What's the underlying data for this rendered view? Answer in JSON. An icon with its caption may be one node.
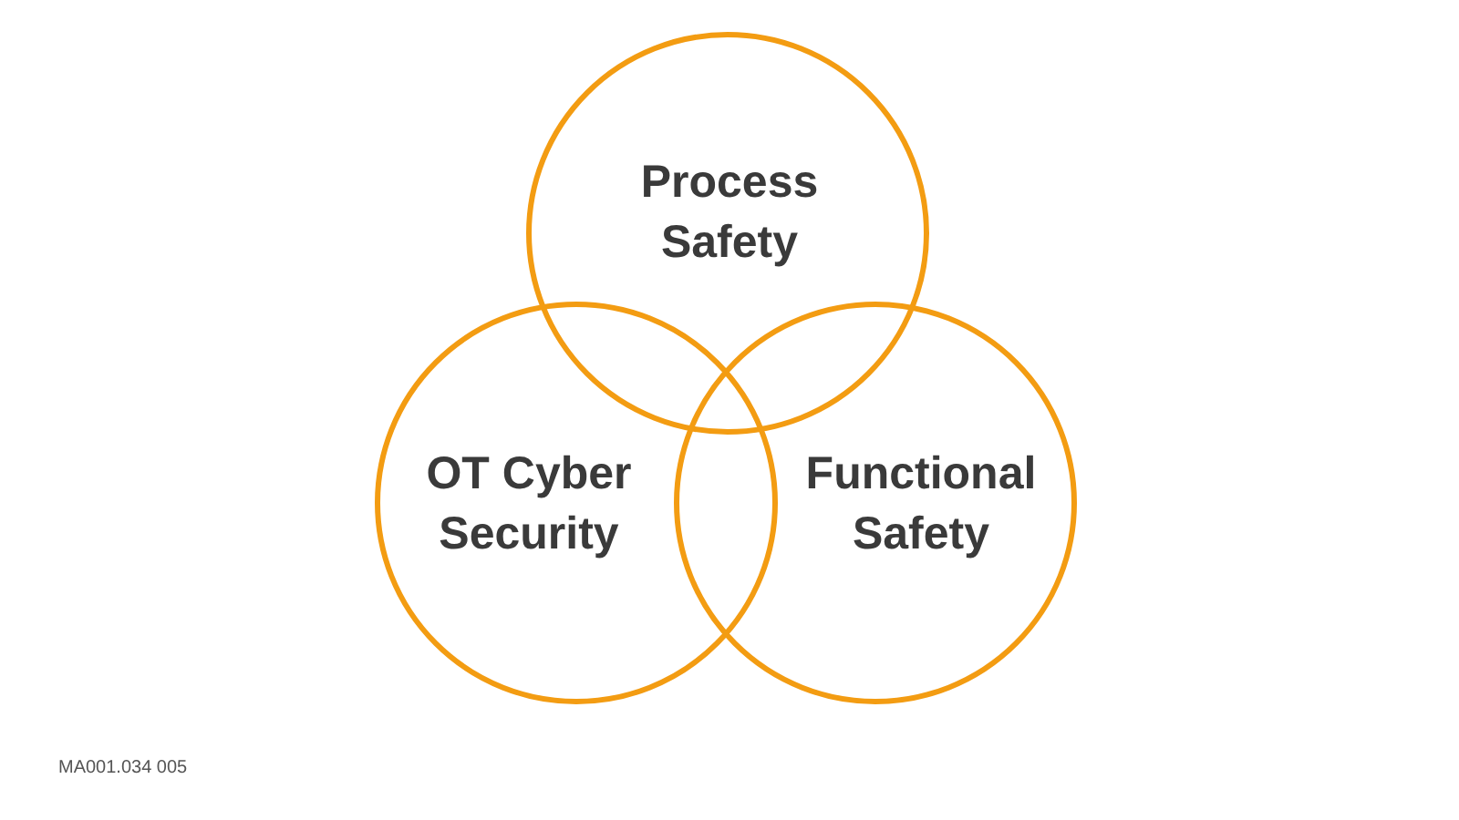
{
  "diagram": {
    "nodes": [
      {
        "text": [
          "Process Safety"
        ]
      },
      {
        "text": [
          "OT Cyber Security"
        ]
      },
      {
        "text": [
          "Functional Safety"
        ]
      }
    ],
    "labels": [
      "MA001.034 005"
    ]
  }
}
